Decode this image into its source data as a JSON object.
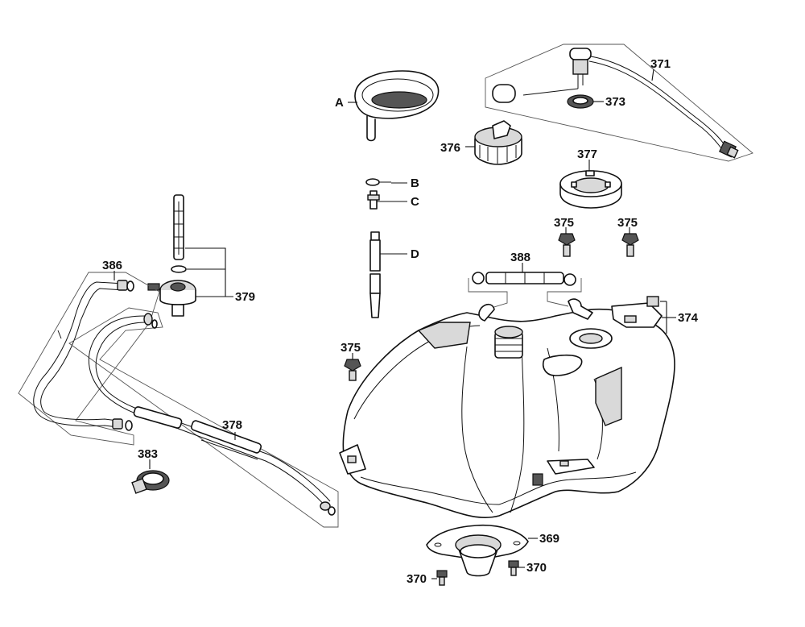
{
  "callouts": {
    "p371": "371",
    "p373": "373",
    "pA": "A",
    "p376": "376",
    "p377": "377",
    "pB": "B",
    "pC": "C",
    "pD": "D",
    "p375a": "375",
    "p375b": "375",
    "p375c": "375",
    "p388": "388",
    "p374": "374",
    "p386": "386",
    "p379": "379",
    "p378": "378",
    "p383": "383",
    "p369": "369",
    "p370a": "370",
    "p370b": "370"
  }
}
